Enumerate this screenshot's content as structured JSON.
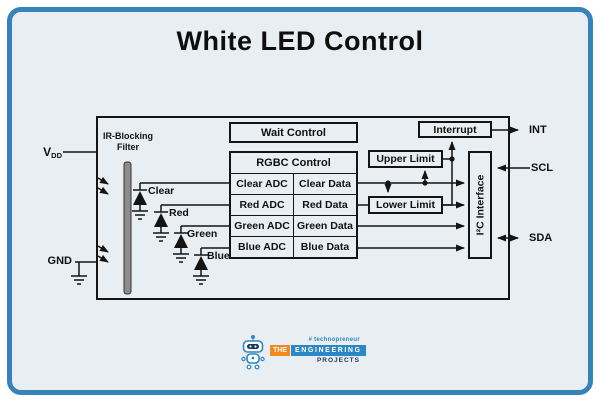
{
  "title": "White LED Control",
  "diagram": {
    "pins": {
      "vdd": {
        "main": "V",
        "sub": "DD"
      },
      "gnd": "GND",
      "int": "INT",
      "scl": "SCL",
      "sda": "SDA"
    },
    "filter_label": {
      "line1": "IR-Blocking",
      "line2": "Filter"
    },
    "wait_control": "Wait Control",
    "rgbc_header": "RGBC Control",
    "table_rows": [
      {
        "adc": "Clear ADC",
        "data": "Clear Data"
      },
      {
        "adc": "Red ADC",
        "data": "Red Data"
      },
      {
        "adc": "Green ADC",
        "data": "Green Data"
      },
      {
        "adc": "Blue ADC",
        "data": "Blue Data"
      }
    ],
    "channels": [
      "Clear",
      "Red",
      "Green",
      "Blue"
    ],
    "upper_limit": "Upper Limit",
    "lower_limit": "Lower Limit",
    "interrupt": "Interrupt",
    "i2c_interface": "I²C Interface"
  },
  "logo": {
    "tagline": "# technopreneur",
    "the": "THE",
    "engineering": "ENGINEERING",
    "projects": "PROJECTS"
  },
  "colors": {
    "card_border_blue": "#3583ba",
    "card_background": "#e9eef2",
    "line_black": "#141414",
    "filter_gray": "#8c8c8c",
    "logo_orange": "#f5881f",
    "logo_blue": "#2c87c5",
    "logo_navy": "#18375b"
  }
}
